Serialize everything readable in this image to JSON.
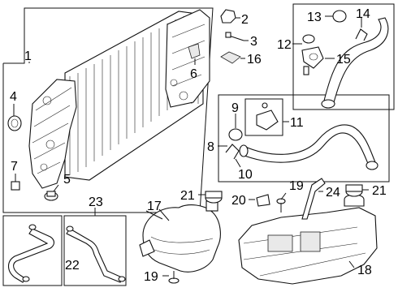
{
  "diagram": {
    "callouts": [
      {
        "id": "1",
        "text": "1"
      },
      {
        "id": "2",
        "text": "2"
      },
      {
        "id": "3",
        "text": "3"
      },
      {
        "id": "4",
        "text": "4"
      },
      {
        "id": "5",
        "text": "5"
      },
      {
        "id": "6",
        "text": "6"
      },
      {
        "id": "7",
        "text": "7"
      },
      {
        "id": "8",
        "text": "8"
      },
      {
        "id": "9",
        "text": "9"
      },
      {
        "id": "10",
        "text": "10"
      },
      {
        "id": "11",
        "text": "11"
      },
      {
        "id": "12",
        "text": "12"
      },
      {
        "id": "13",
        "text": "13"
      },
      {
        "id": "14",
        "text": "14"
      },
      {
        "id": "15",
        "text": "15"
      },
      {
        "id": "16",
        "text": "16"
      },
      {
        "id": "17",
        "text": "17"
      },
      {
        "id": "18",
        "text": "18"
      },
      {
        "id": "19a",
        "text": "19"
      },
      {
        "id": "19b",
        "text": "19"
      },
      {
        "id": "20",
        "text": "20"
      },
      {
        "id": "21a",
        "text": "21"
      },
      {
        "id": "21b",
        "text": "21"
      },
      {
        "id": "22",
        "text": "22"
      },
      {
        "id": "23",
        "text": "23"
      },
      {
        "id": "24",
        "text": "24"
      }
    ]
  }
}
